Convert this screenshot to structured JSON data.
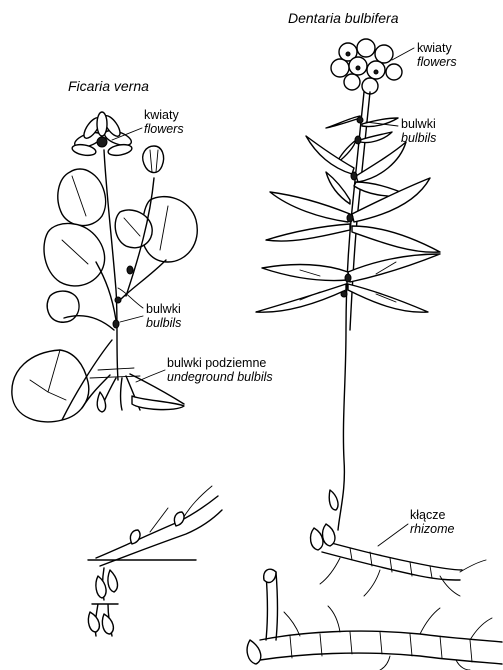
{
  "plants": {
    "ficaria": {
      "name": "Ficaria verna",
      "flowers": {
        "pl": "kwiaty",
        "en": "flowers"
      },
      "bulbils": {
        "pl": "bulwki",
        "en": "bulbils"
      },
      "underground": {
        "pl": "bulwki podziemne",
        "en": "undeground bulbils"
      }
    },
    "dentaria": {
      "name": "Dentaria bulbifera",
      "flowers": {
        "pl": "kwiaty",
        "en": "flowers"
      },
      "bulbils": {
        "pl": "bulwki",
        "en": "bulbils"
      },
      "rhizome": {
        "pl": "kłącze",
        "en": "rhizome"
      }
    }
  }
}
